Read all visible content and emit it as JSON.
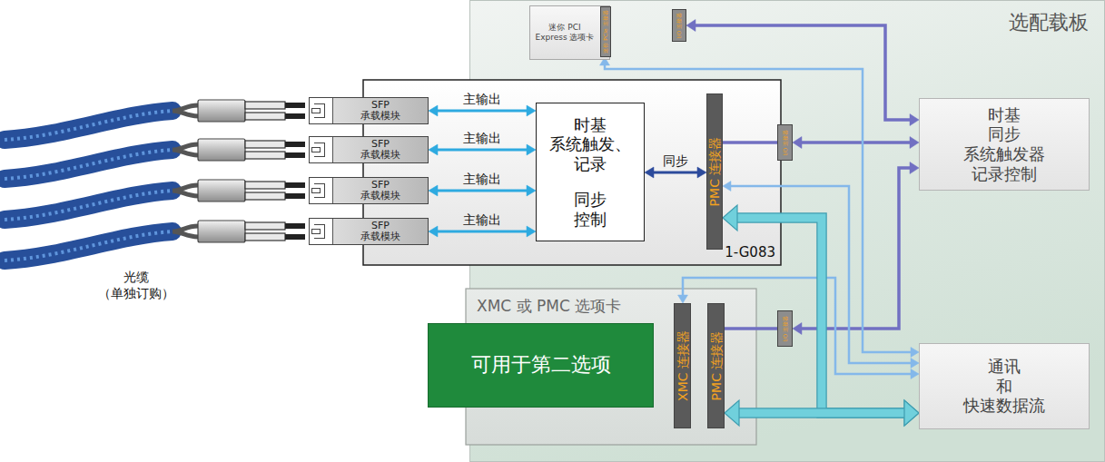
{
  "diagram": {
    "nodes": [
      {
        "text": [
          "选配载板"
        ]
      },
      {
        "text": [
          "迷你 PCI Express 选项卡"
        ],
        "in": 0
      },
      {
        "text": [
          "迷你 PCIe 连接器"
        ],
        "in": 1
      },
      {
        "text": [
          "I/O 连接器"
        ],
        "in": 0
      },
      {
        "text": [
          "1-G083"
        ]
      },
      {
        "text": [
          "SFP 承载模块"
        ],
        "in": 4
      },
      {
        "text": [
          "SFP 承载模块"
        ],
        "in": 4
      },
      {
        "text": [
          "SFP 承载模块"
        ],
        "in": 4
      },
      {
        "text": [
          "SFP 承载模块"
        ],
        "in": 4
      },
      {
        "text": [
          "时基 系统触发、记录",
          "同步 控制"
        ],
        "in": 4
      },
      {
        "text": [
          "PMC 连接器"
        ],
        "in": 4
      },
      {
        "text": [
          "I/O 连接器"
        ],
        "in": 0
      },
      {
        "text": [
          "时基 同步 系统触发器 记录控制"
        ],
        "in": 0
      },
      {
        "text": [
          "XMC 或 PMC 选项卡"
        ],
        "in": 0
      },
      {
        "text": [
          "可用于第二选项"
        ],
        "in": 13
      },
      {
        "text": [
          "XMC 连接器"
        ],
        "in": 13
      },
      {
        "text": [
          "PMC 连接器"
        ],
        "in": 13
      },
      {
        "text": [
          "I/O 连接器"
        ],
        "in": 0
      },
      {
        "text": [
          "通讯 和 快速数据流"
        ],
        "in": 0
      }
    ],
    "edges": [
      {
        "from": 5,
        "to": 9,
        "label": "主输出",
        "arrow": "both"
      },
      {
        "from": 6,
        "to": 9,
        "label": "主输出",
        "arrow": "both"
      },
      {
        "from": 7,
        "to": 9,
        "label": "主输出",
        "arrow": "both"
      },
      {
        "from": 8,
        "to": 9,
        "label": "主输出",
        "arrow": "both"
      },
      {
        "from": 9,
        "to": 10,
        "label": "同步",
        "arrow": "both"
      },
      {
        "from": 10,
        "to": 11,
        "arrow": "none"
      },
      {
        "from": 11,
        "to": 12,
        "arrow": "both"
      },
      {
        "from": 3,
        "to": 12,
        "arrow": "both"
      },
      {
        "from": 17,
        "to": 12,
        "arrow": "both"
      },
      {
        "from": 16,
        "to": 17,
        "arrow": "none"
      },
      {
        "from": 2,
        "to": 18,
        "arrow": "both"
      },
      {
        "from": 10,
        "to": 18,
        "arrow": "both"
      },
      {
        "from": 15,
        "to": 18,
        "arrow": "both"
      },
      {
        "from": 10,
        "to": 18,
        "arrow": "both"
      },
      {
        "from": 16,
        "to": 18,
        "arrow": "both"
      }
    ],
    "labels": [
      "光缆 （单独订购）"
    ]
  }
}
